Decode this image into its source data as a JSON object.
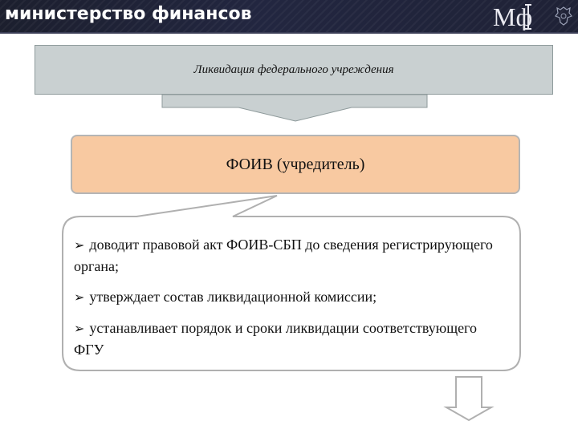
{
  "header": {
    "title": "министерство финансов",
    "logo_text": "Мф"
  },
  "diagram": {
    "top_box_text": "Ликвидация федерального учреждения",
    "middle_box_text": "ФОИВ (учредитель)",
    "bullets": [
      "доводит правовой акт ФОИВ-СБП до сведения регистрирующего органа;",
      "утверждает состав ликвидационной комиссии;",
      "устанавливает порядок и сроки ликвидации соответствующего ФГУ"
    ],
    "bullet_icon": "arrow-bullet-icon"
  },
  "colors": {
    "header_bg": "#1f2236",
    "top_box": "#c9d0d1",
    "middle_box": "#f8c9a1",
    "arrow_gray": "#c9d0d1"
  }
}
